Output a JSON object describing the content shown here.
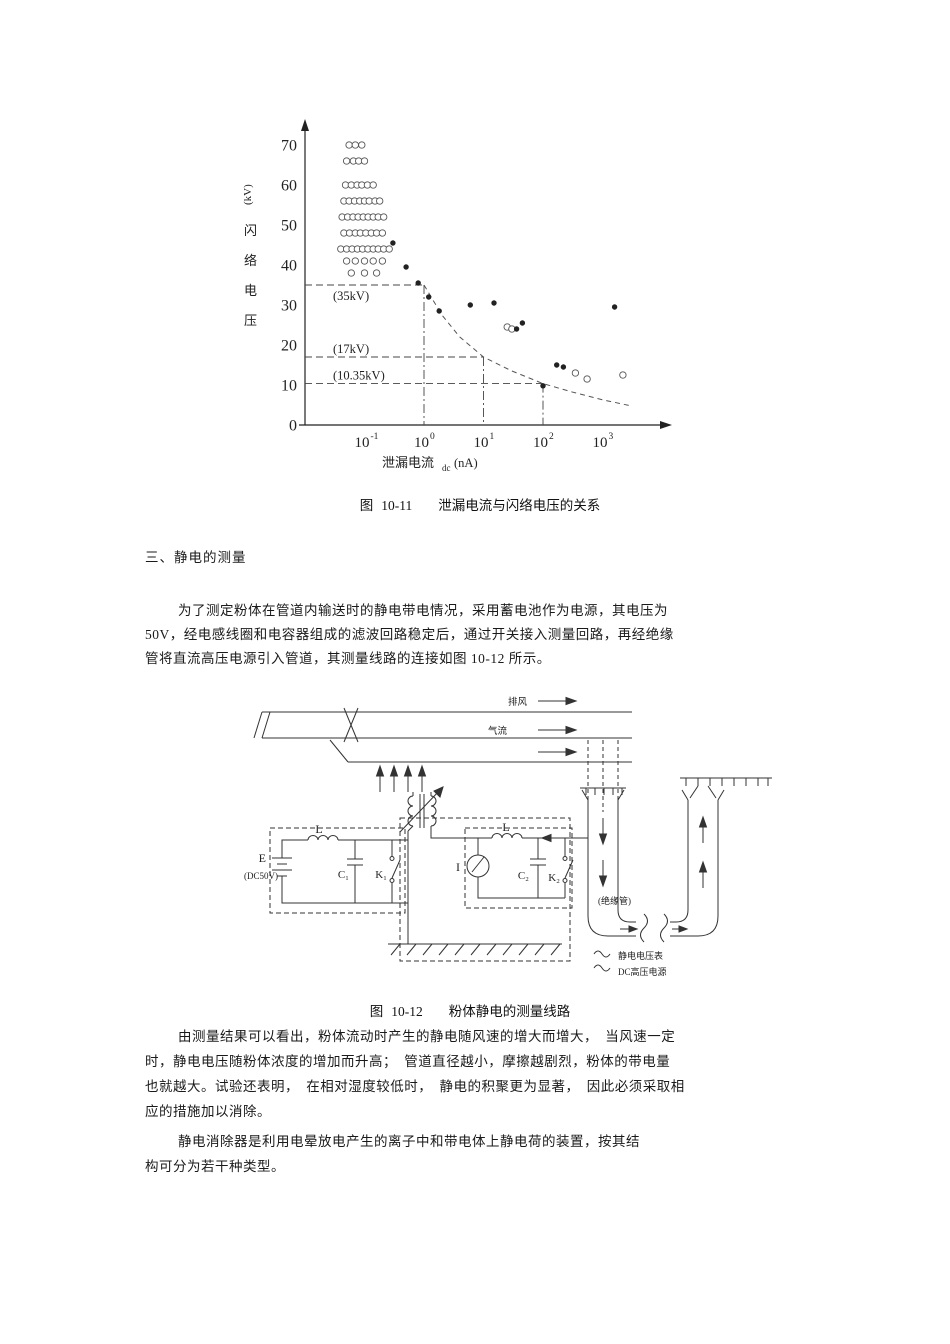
{
  "chart_data": {
    "type": "scatter",
    "title": "泄漏电流与闪络电压的关系",
    "xlabel": "泄漏电流",
    "xlabel_sub": "dc",
    "xlabel_unit": "(nA)",
    "ylabel": "闪络电压",
    "ylabel_unit": "(kV)",
    "x_scale": "log",
    "x_tick_exponents": [
      "-1",
      "0",
      "1",
      "2",
      "3"
    ],
    "xlim_exp": [
      -2,
      3.6
    ],
    "ylim": [
      0,
      75
    ],
    "y_ticks": [
      0,
      10,
      20,
      30,
      40,
      50,
      60,
      70
    ],
    "reference_lines": [
      {
        "label": "(35kV)",
        "kv": 35,
        "nA": 1
      },
      {
        "label": "(17kV)",
        "kv": 17,
        "nA": 10
      },
      {
        "label": "(10.35kV)",
        "kv": 10.35,
        "nA": 100
      }
    ],
    "trend_curve": [
      [
        1,
        35
      ],
      [
        2,
        27.5
      ],
      [
        4,
        22
      ],
      [
        10,
        17
      ],
      [
        30,
        13.5
      ],
      [
        100,
        10.35
      ],
      [
        300,
        8.3
      ],
      [
        1000,
        6.3
      ],
      [
        3000,
        4.8
      ]
    ],
    "series": [
      {
        "name": "open-circles",
        "marker": "circle",
        "points": [
          [
            0.055,
            70
          ],
          [
            0.07,
            70
          ],
          [
            0.09,
            70
          ],
          [
            0.05,
            66
          ],
          [
            0.065,
            66
          ],
          [
            0.08,
            66
          ],
          [
            0.1,
            66
          ],
          [
            0.048,
            60
          ],
          [
            0.06,
            60
          ],
          [
            0.075,
            60
          ],
          [
            0.09,
            60
          ],
          [
            0.112,
            60
          ],
          [
            0.14,
            60
          ],
          [
            0.045,
            56
          ],
          [
            0.055,
            56
          ],
          [
            0.068,
            56
          ],
          [
            0.083,
            56
          ],
          [
            0.1,
            56
          ],
          [
            0.12,
            56
          ],
          [
            0.15,
            56
          ],
          [
            0.18,
            56
          ],
          [
            0.042,
            52
          ],
          [
            0.052,
            52
          ],
          [
            0.064,
            52
          ],
          [
            0.078,
            52
          ],
          [
            0.095,
            52
          ],
          [
            0.115,
            52
          ],
          [
            0.14,
            52
          ],
          [
            0.17,
            52
          ],
          [
            0.21,
            52
          ],
          [
            0.045,
            48
          ],
          [
            0.056,
            48
          ],
          [
            0.07,
            48
          ],
          [
            0.085,
            48
          ],
          [
            0.105,
            48
          ],
          [
            0.13,
            48
          ],
          [
            0.16,
            48
          ],
          [
            0.2,
            48
          ],
          [
            0.04,
            44
          ],
          [
            0.05,
            44
          ],
          [
            0.062,
            44
          ],
          [
            0.076,
            44
          ],
          [
            0.093,
            44
          ],
          [
            0.114,
            44
          ],
          [
            0.14,
            44
          ],
          [
            0.17,
            44
          ],
          [
            0.21,
            44
          ],
          [
            0.26,
            44
          ],
          [
            0.05,
            41
          ],
          [
            0.07,
            41
          ],
          [
            0.1,
            41
          ],
          [
            0.14,
            41
          ],
          [
            0.2,
            41
          ],
          [
            0.06,
            38
          ],
          [
            0.1,
            38
          ],
          [
            0.16,
            38
          ],
          [
            25,
            24.5
          ],
          [
            30,
            24
          ],
          [
            350,
            13
          ],
          [
            550,
            11.5
          ],
          [
            2200,
            12.5
          ]
        ]
      },
      {
        "name": "filled-dots",
        "marker": "dot",
        "points": [
          [
            0.3,
            45.5
          ],
          [
            0.5,
            39.5
          ],
          [
            0.8,
            35.5
          ],
          [
            1.2,
            32
          ],
          [
            1.8,
            28.5
          ],
          [
            6,
            30
          ],
          [
            15,
            30.5
          ],
          [
            36,
            24
          ],
          [
            45,
            25.5
          ],
          [
            100,
            9.8
          ],
          [
            170,
            15
          ],
          [
            220,
            14.5
          ],
          [
            1600,
            29.5
          ]
        ]
      }
    ]
  },
  "fig11_caption": {
    "prefix": "图",
    "number": "10-11",
    "text": "泄漏电流与闪络电压的关系"
  },
  "section_heading": "三、静电的测量",
  "para1": {
    "lines": [
      "为了测定粉体在管道内输送时的静电带电情况，采用蓄电池作为电源，其电压为",
      "50V，经电感线圈和电容器组成的滤波回路稳定后，通过开关接入测量回路，再经绝缘",
      "管将直流高压电源引入管道，其测量线路的连接如图 10-12 所示。"
    ]
  },
  "fig12_caption": {
    "prefix": "图",
    "number": "10-12",
    "text": "粉体静电的测量线路"
  },
  "circuit": {
    "labels": {
      "exhaust": "排风",
      "flow": "气流",
      "L1": "L",
      "E": "E",
      "E_volt": "(DC50V)",
      "C1": "C₁",
      "K1": "K₁",
      "I": "I",
      "L2": "L",
      "C2": "C₂",
      "K2": "K₂",
      "tube": "(绝缘管)",
      "meter": "静电电压表",
      "source": "DC高压电源"
    }
  },
  "para2": {
    "lines": [
      "由测量结果可以看出，粉体流动时产生的静电随风速的增大而增大，　当风速一定",
      "时，静电电压随粉体浓度的增加而升高；　管道直径越小，摩擦越剧烈，粉体的带电量",
      "也就越大。试验还表明，　在相对湿度较低时，　静电的积聚更为显著，　因此必须采取相",
      "应的措施加以消除。"
    ]
  },
  "para3": {
    "lines": [
      "静电消除器是利用电晕放电产生的离子中和带电体上静电荷的装置，按其结",
      "构可分为若干种类型。"
    ]
  }
}
